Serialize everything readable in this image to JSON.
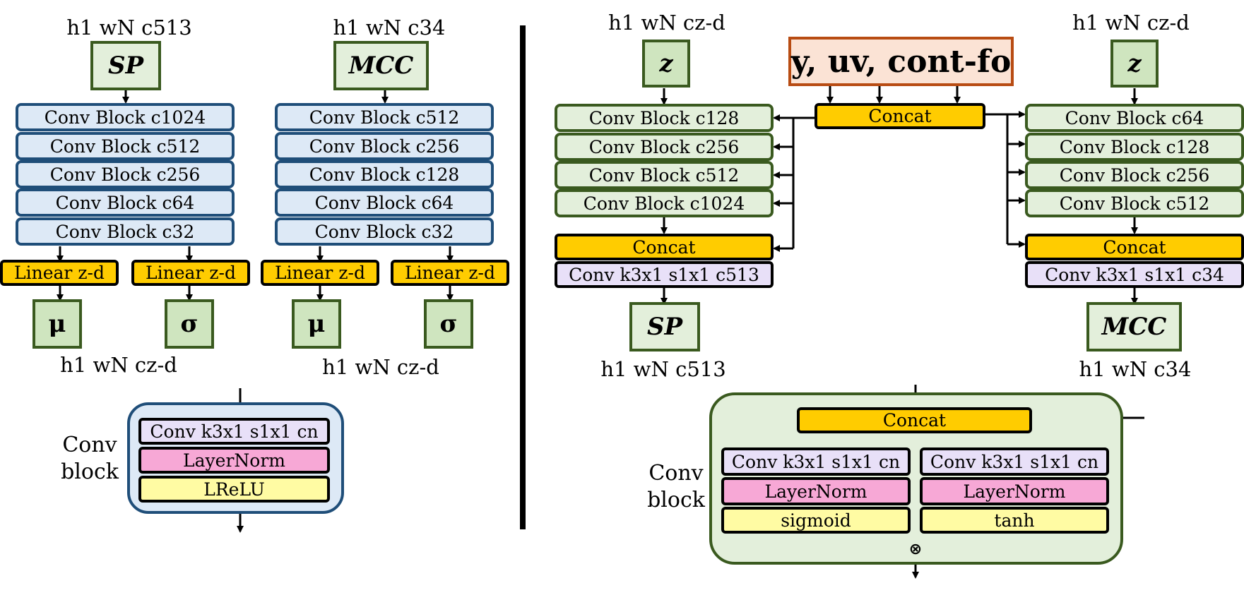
{
  "encoders": {
    "sp": {
      "top_label": "h1 wN c513",
      "input": "SP",
      "blocks": [
        "Conv Block c1024",
        "Conv Block c512",
        "Conv Block c256",
        "Conv Block c64",
        "Conv Block c32"
      ],
      "linear_mu": "Linear z-d",
      "linear_sigma": "Linear z-d",
      "mu": "μ",
      "sigma": "σ",
      "bottom_label": "h1 wN cz-d"
    },
    "mcc": {
      "top_label": "h1 wN c34",
      "input": "MCC",
      "blocks": [
        "Conv Block c512",
        "Conv Block c256",
        "Conv Block c128",
        "Conv Block c64",
        "Conv Block c32"
      ],
      "linear_mu": "Linear z-d",
      "linear_sigma": "Linear z-d",
      "mu": "μ",
      "sigma": "σ",
      "bottom_label": "h1 wN cz-d"
    }
  },
  "encoder_conv_block": {
    "label_line1": "Conv",
    "label_line2": "block",
    "layers": [
      "Conv k3x1 s1x1 cn",
      "LayerNorm",
      "LReLU"
    ]
  },
  "decoders": {
    "condition": "y, uv, cont-fo",
    "concat_top": "Concat",
    "sp": {
      "top_label": "h1 wN cz-d",
      "input": "z",
      "blocks": [
        "Conv Block c128",
        "Conv Block c256",
        "Conv Block c512",
        "Conv Block c1024"
      ],
      "concat": "Concat",
      "conv_out": "Conv k3x1 s1x1 c513",
      "output": "SP",
      "bottom_label": "h1 wN c513"
    },
    "mcc": {
      "top_label": "h1 wN cz-d",
      "input": "z",
      "blocks": [
        "Conv Block c64",
        "Conv Block c128",
        "Conv Block c256",
        "Conv Block c512"
      ],
      "concat": "Concat",
      "conv_out": "Conv k3x1 s1x1 c34",
      "output": "MCC",
      "bottom_label": "h1 wN c34"
    }
  },
  "decoder_conv_block": {
    "label_line1": "Conv",
    "label_line2": "block",
    "concat": "Concat",
    "left": [
      "Conv k3x1 s1x1 cn",
      "LayerNorm",
      "sigmoid"
    ],
    "right": [
      "Conv k3x1 s1x1 cn",
      "LayerNorm",
      "tanh"
    ],
    "multiply": "⊗"
  }
}
